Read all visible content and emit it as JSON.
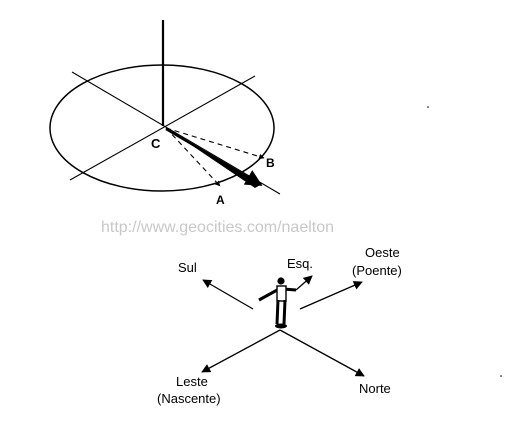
{
  "top_diagram": {
    "labels": {
      "center": "C",
      "point_a": "A",
      "point_b": "B"
    }
  },
  "watermark": {
    "text": "http://www.geocities.com/naelton"
  },
  "bottom_diagram": {
    "labels": {
      "south": "Sul",
      "left_hand": "Esq.",
      "west": "Oeste",
      "west_note": "(Poente)",
      "east": "Leste",
      "east_note": "(Nascente)",
      "north": "Norte"
    }
  },
  "colors": {
    "ink": "#000000",
    "watermark": "#c8c8c8",
    "background": "#ffffff"
  }
}
